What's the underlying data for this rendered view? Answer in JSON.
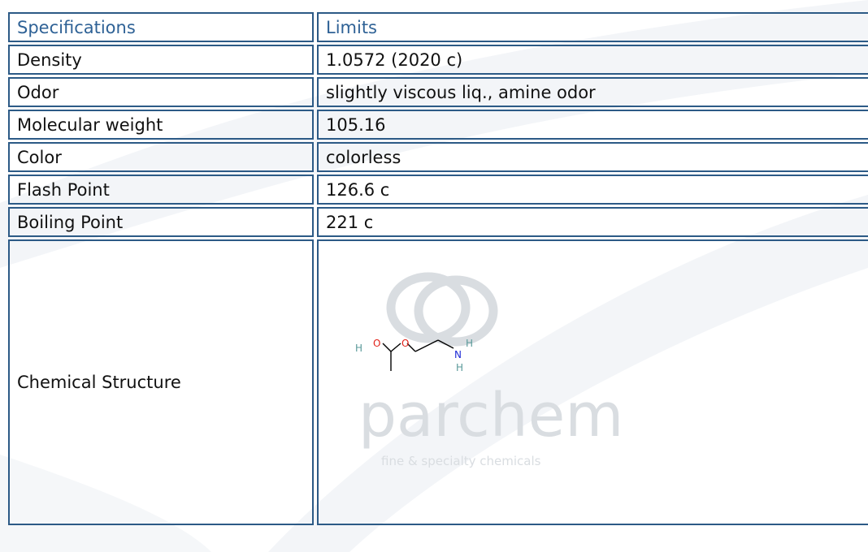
{
  "table": {
    "header": {
      "spec": "Specifications",
      "limits": "Limits"
    },
    "rows": [
      {
        "spec": "Density",
        "limits": "1.0572 (2020 c)"
      },
      {
        "spec": "Odor",
        "limits": "slightly viscous liq., amine odor"
      },
      {
        "spec": "Molecular weight",
        "limits": "105.16"
      },
      {
        "spec": "Color",
        "limits": "colorless"
      },
      {
        "spec": "Flash Point",
        "limits": "126.6 c"
      },
      {
        "spec": "Boiling Point",
        "limits": "221 c"
      }
    ],
    "structure_label": "Chemical Structure"
  },
  "structure": {
    "atoms": {
      "h_left": "H",
      "o1": "O",
      "o2": "O",
      "n": "N",
      "h_right": "H",
      "h_bottom": "H"
    }
  },
  "watermark": {
    "brand": "parchem",
    "tagline": "fine & specialty chemicals"
  },
  "colors": {
    "border": "#2c5a86",
    "header_text": "#2f6296",
    "oxygen": "#e2231a",
    "nitrogen": "#1e2bd6",
    "hydrogen": "#5a9a9a",
    "watermark": "#d9dde1"
  }
}
